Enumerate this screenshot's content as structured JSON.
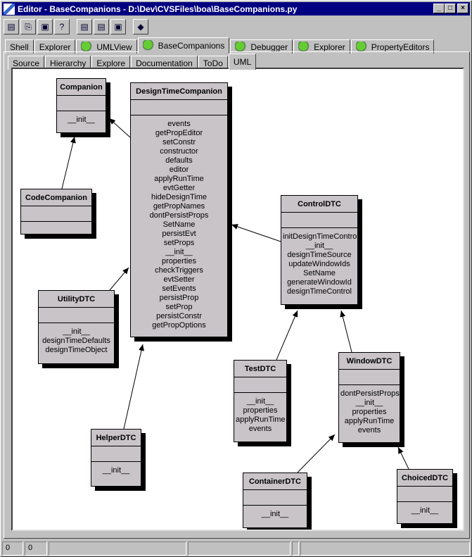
{
  "window": {
    "title": "Editor - BaseCompanions - D:\\Dev\\CVSFiles\\boa\\BaseCompanions.py",
    "buttons": [
      "_",
      "□",
      "×"
    ]
  },
  "toolbar": {
    "icons": [
      "open-icon",
      "open-recent-icon",
      "save-icon",
      "help-save-icon",
      "open-2-icon",
      "open-3-icon",
      "save-2-icon",
      "book-icon"
    ]
  },
  "main_tabs": [
    {
      "label": "Shell",
      "icon": false
    },
    {
      "label": "Explorer",
      "icon": false
    },
    {
      "label": "UMLView",
      "icon": true
    },
    {
      "label": "BaseCompanions",
      "icon": true,
      "active": true
    },
    {
      "label": "Debugger",
      "icon": true
    },
    {
      "label": "Explorer",
      "icon": true
    },
    {
      "label": "PropertyEditors",
      "icon": true
    }
  ],
  "sub_tabs": [
    {
      "label": "Source"
    },
    {
      "label": "Hierarchy"
    },
    {
      "label": "Explore"
    },
    {
      "label": "Documentation"
    },
    {
      "label": "ToDo"
    },
    {
      "label": "UML",
      "active": true
    }
  ],
  "classes": {
    "companion": {
      "name": "Companion",
      "methods": [
        "__init__"
      ]
    },
    "dtc": {
      "name": "DesignTimeCompanion",
      "methods": [
        "events",
        "getPropEditor",
        "setConstr",
        "constructor",
        "defaults",
        "editor",
        "applyRunTime",
        "evtGetter",
        "hideDesignTime",
        "getPropNames",
        "dontPersistProps",
        "SetName",
        "persistEvt",
        "setProps",
        "__init__",
        "properties",
        "checkTriggers",
        "evtSetter",
        "setEvents",
        "persistProp",
        "setProp",
        "persistConstr",
        "getPropOptions"
      ]
    },
    "code": {
      "name": "CodeCompanion",
      "methods": []
    },
    "control": {
      "name": "ControlDTC",
      "methods": [
        "initDesignTimeControl",
        "__init__",
        "designTimeSource",
        "updateWindowIds",
        "SetName",
        "generateWindowId",
        "designTimeControl"
      ]
    },
    "utility": {
      "name": "UtilityDTC",
      "methods": [
        "__init__",
        "designTimeDefaults",
        "designTimeObject"
      ]
    },
    "test": {
      "name": "TestDTC",
      "methods": [
        "__init__",
        "properties",
        "applyRunTime",
        "events"
      ]
    },
    "window": {
      "name": "WindowDTC",
      "methods": [
        "dontPersistProps",
        "__init__",
        "properties",
        "applyRunTime",
        "events"
      ]
    },
    "helper": {
      "name": "HelperDTC",
      "methods": [
        "__init__"
      ]
    },
    "container": {
      "name": "ContainerDTC",
      "methods": [
        "__init__"
      ]
    },
    "choiced": {
      "name": "ChoicedDTC",
      "methods": [
        "__init__"
      ]
    }
  },
  "status": {
    "line": "0",
    "col": "0"
  }
}
